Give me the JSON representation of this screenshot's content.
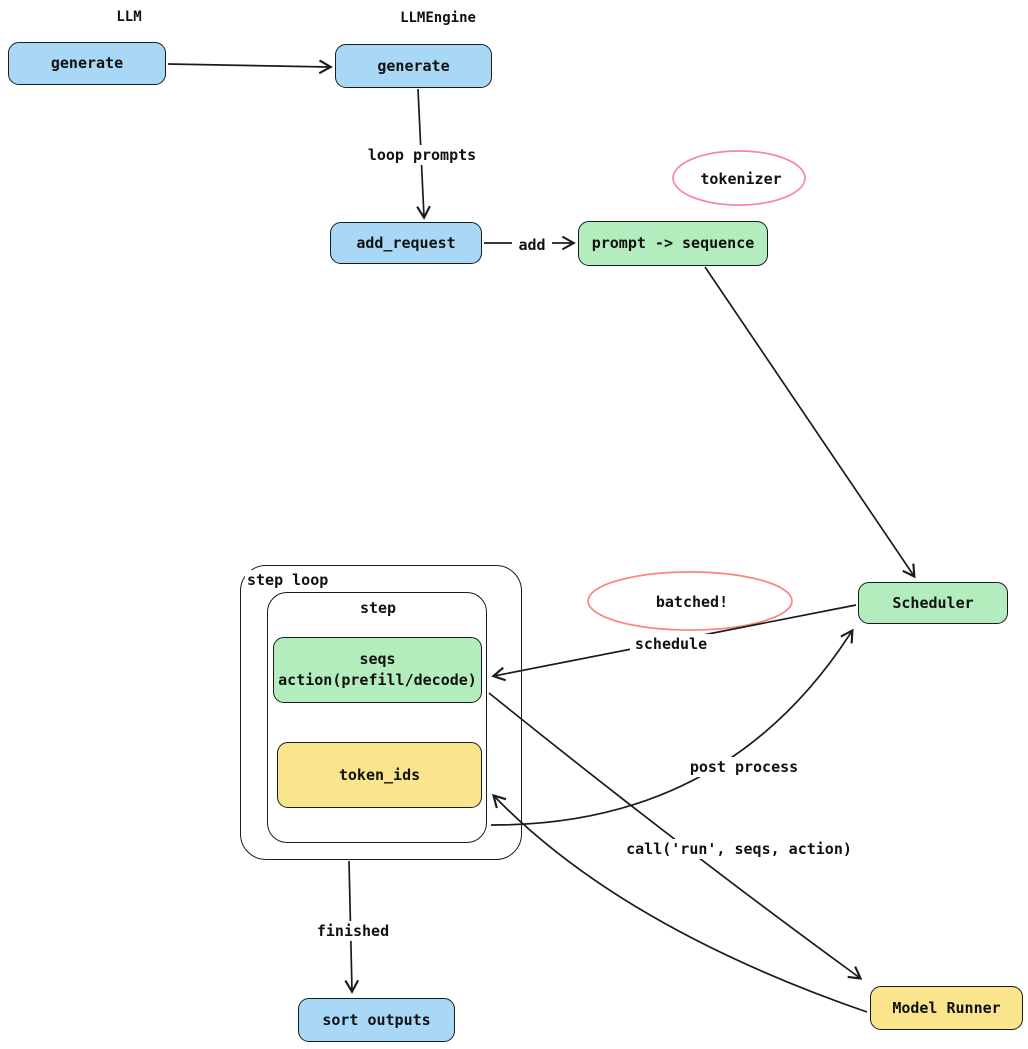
{
  "title_labels": {
    "llm": "LLM",
    "llm_engine": "LLMEngine"
  },
  "nodes": {
    "llm_generate": "generate",
    "engine_generate": "generate",
    "add_request": "add_request",
    "prompt_sequence": "prompt -> sequence",
    "scheduler": "Scheduler",
    "seqs_line1": "seqs",
    "seqs_line2": "action(prefill/decode)",
    "token_ids": "token_ids",
    "model_runner": "Model Runner",
    "sort_outputs": "sort outputs"
  },
  "containers": {
    "step_loop": "step loop",
    "step": "step"
  },
  "annotations": {
    "tokenizer": "tokenizer",
    "batched": "batched!"
  },
  "edge_labels": {
    "loop_prompts": "loop prompts",
    "add": "add",
    "schedule": "schedule",
    "post_process": "post process",
    "call_run": "call('run', seqs, action)",
    "finished": "finished"
  },
  "colors": {
    "node_blue": "#a9d8f6",
    "node_green": "#b3edbe",
    "node_yellow": "#fae58d",
    "ellipse_pink": "#f884ad",
    "ellipse_red": "#f7867d",
    "stroke": "#1b1b1b"
  }
}
